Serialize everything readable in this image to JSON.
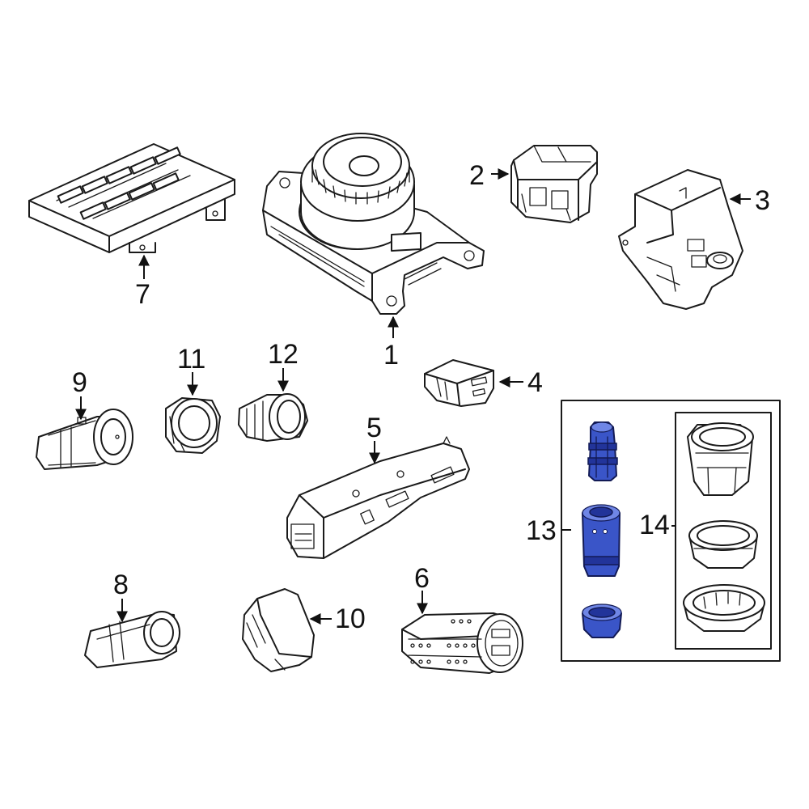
{
  "callouts": {
    "c1": "1",
    "c2": "2",
    "c3": "3",
    "c4": "4",
    "c5": "5",
    "c6": "6",
    "c7": "7",
    "c8": "8",
    "c9": "9",
    "c10": "10",
    "c11": "11",
    "c12": "12",
    "c13": "13",
    "c14": "14"
  },
  "colors": {
    "highlight": "#3a55c8",
    "line": "#1a1a1a",
    "background": "#ffffff"
  }
}
